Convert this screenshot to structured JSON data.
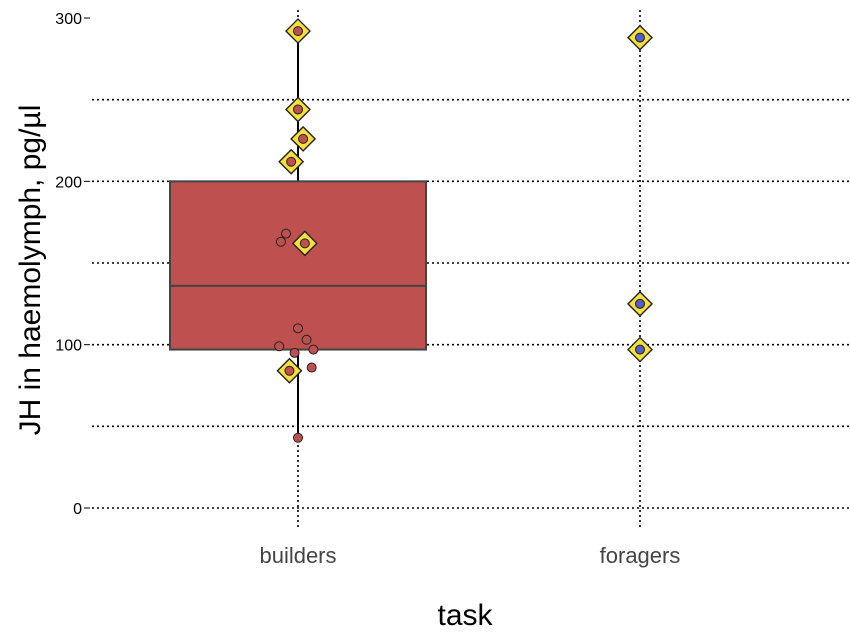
{
  "chart_data": {
    "type": "box",
    "xlabel": "task",
    "ylabel": "JH in haemolymph, pg/µl",
    "categories": [
      "builders",
      "foragers"
    ],
    "ylim": [
      0,
      300
    ],
    "yticks": [
      0,
      100,
      200,
      300
    ],
    "grid": {
      "major_y": [
        50,
        100,
        150,
        200,
        250
      ],
      "major_x": true,
      "style": "dotted"
    },
    "box": {
      "category": "builders",
      "q1": 97,
      "median": 136,
      "q3": 200,
      "whisker_low": 43,
      "whisker_high": 292,
      "fill": "#bf5050",
      "stroke": "#444444"
    },
    "series": [
      {
        "marker": "circle",
        "fill": "#bf5050",
        "points": [
          {
            "x": "builders",
            "y": 168,
            "dx": -0.035
          },
          {
            "x": "builders",
            "y": 163,
            "dx": -0.05
          },
          {
            "x": "builders",
            "y": 110,
            "dx": 0.0
          },
          {
            "x": "builders",
            "y": 103,
            "dx": 0.025
          },
          {
            "x": "builders",
            "y": 99,
            "dx": -0.055
          },
          {
            "x": "builders",
            "y": 97,
            "dx": 0.045
          },
          {
            "x": "builders",
            "y": 95,
            "dx": -0.01
          },
          {
            "x": "builders",
            "y": 86,
            "dx": 0.04
          },
          {
            "x": "builders",
            "y": 43,
            "dx": 0.0
          }
        ]
      },
      {
        "marker": "diamond-highlight",
        "fill": "#bf5050",
        "highlight": "#f5e03c",
        "points": [
          {
            "x": "builders",
            "y": 292,
            "dx": 0.0
          },
          {
            "x": "builders",
            "y": 244,
            "dx": 0.0
          },
          {
            "x": "builders",
            "y": 226,
            "dx": 0.015
          },
          {
            "x": "builders",
            "y": 212,
            "dx": -0.02
          },
          {
            "x": "builders",
            "y": 162,
            "dx": 0.02
          },
          {
            "x": "builders",
            "y": 84,
            "dx": -0.025
          }
        ]
      },
      {
        "marker": "diamond-highlight",
        "fill": "#5060c8",
        "highlight": "#f5e03c",
        "points": [
          {
            "x": "foragers",
            "y": 288,
            "dx": 0.0
          },
          {
            "x": "foragers",
            "y": 125,
            "dx": 0.0
          },
          {
            "x": "foragers",
            "y": 97,
            "dx": 0.0
          }
        ]
      }
    ]
  }
}
